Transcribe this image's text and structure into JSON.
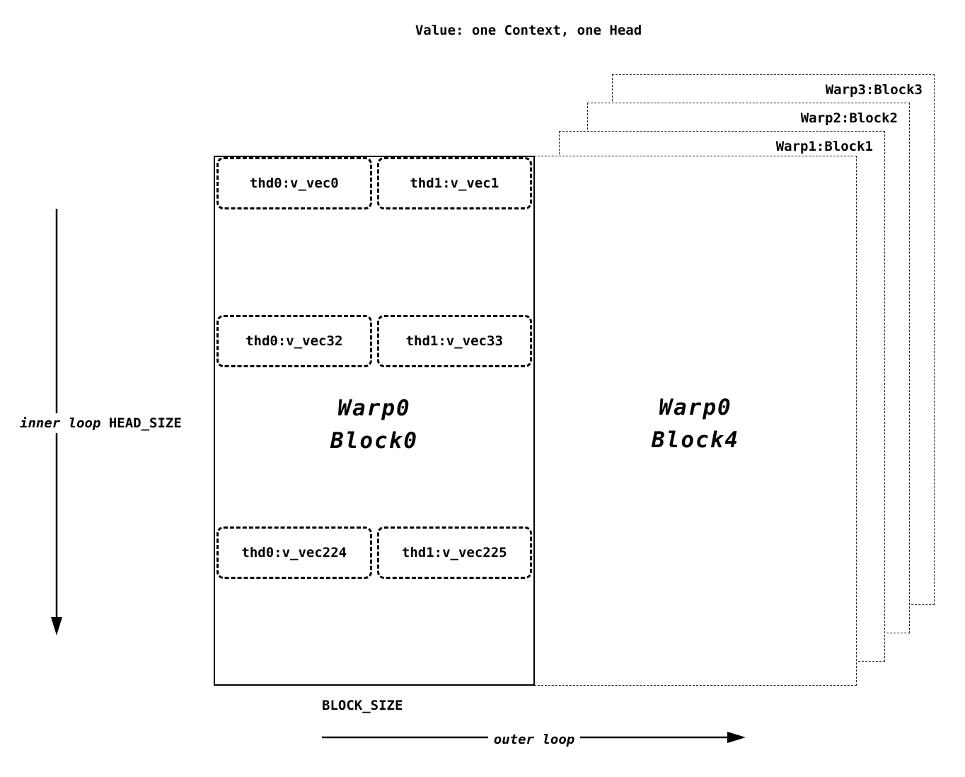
{
  "title": "Value: one Context, one Head",
  "stacked_blocks": [
    {
      "label": "Warp3:Block3"
    },
    {
      "label": "Warp2:Block2"
    },
    {
      "label": "Warp1:Block1"
    }
  ],
  "front_block": {
    "line1": "Warp0",
    "line2": "Block4"
  },
  "main_block": {
    "line1": "Warp0",
    "line2": "Block0",
    "rows": [
      {
        "left": "thd0:v_vec0",
        "right": "thd1:v_vec1"
      },
      {
        "left": "thd0:v_vec32",
        "right": "thd1:v_vec33"
      },
      {
        "left": "thd0:v_vec224",
        "right": "thd1:v_vec225"
      }
    ]
  },
  "labels": {
    "inner_loop": "inner loop",
    "head_size": "HEAD_SIZE",
    "block_size": "BLOCK_SIZE",
    "outer_loop": "outer loop"
  },
  "colors": {
    "ink": "#000000",
    "background": "#ffffff"
  }
}
